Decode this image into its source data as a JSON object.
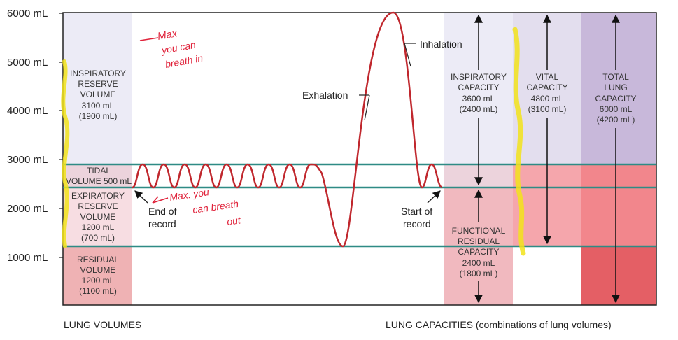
{
  "y_axis": {
    "ticks": [
      {
        "value": 6000,
        "label": "6000 mL"
      },
      {
        "value": 5000,
        "label": "5000 mL"
      },
      {
        "value": 4000,
        "label": "4000 mL"
      },
      {
        "value": 3000,
        "label": "3000 mL"
      },
      {
        "value": 2000,
        "label": "2000 mL"
      },
      {
        "value": 1000,
        "label": "1000 mL"
      }
    ]
  },
  "volumes": {
    "irv": [
      "INSPIRATORY",
      "RESERVE",
      "VOLUME",
      "3100 mL",
      "(1900 mL)"
    ],
    "tidal": [
      "TIDAL",
      "VOLUME 500 mL"
    ],
    "erv": [
      "EXPIRATORY",
      "RESERVE",
      "VOLUME",
      "1200 mL",
      "(700 mL)"
    ],
    "residual": [
      "RESIDUAL",
      "VOLUME",
      "1200 mL",
      "(1100 mL)"
    ]
  },
  "capacities": {
    "inspiratory": [
      "INSPIRATORY",
      "CAPACITY",
      "3600 mL",
      "(2400 mL)"
    ],
    "vital": [
      "VITAL",
      "CAPACITY",
      "4800 mL",
      "(3100 mL)"
    ],
    "total": [
      "TOTAL",
      "LUNG",
      "CAPACITY",
      "6000 mL",
      "(4200 mL)"
    ],
    "frc": [
      "FUNCTIONAL",
      "RESIDUAL",
      "CAPACITY",
      "2400 mL",
      "(1800 mL)"
    ]
  },
  "annotations": {
    "inhalation": "Inhalation",
    "exhalation": "Exhalation",
    "end_record": [
      "End of",
      "record"
    ],
    "start_record": [
      "Start of",
      "record"
    ]
  },
  "footer": {
    "left": "LUNG VOLUMES",
    "right": "LUNG CAPACITIES (combinations of lung volumes)"
  },
  "handwritten": {
    "max_in": [
      "Max",
      "you can",
      "breath in"
    ],
    "max_out": [
      "Max. you",
      "can breath",
      "out"
    ]
  },
  "colors": {
    "irv_bg": "#ecebf6",
    "tidal_bg": "#ecd3dc",
    "erv_bg": "#f7dde2",
    "residual_bg": "#efb2b4",
    "teal_line": "#2e8b85",
    "wave": "#c0272d",
    "ink": "#e0223a",
    "highlighter": "#f2e31a"
  }
}
